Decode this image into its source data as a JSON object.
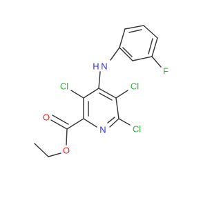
{
  "molecule": {
    "atoms": [
      {
        "id": "Cl3",
        "label": "Cl",
        "color": "#33b233"
      },
      {
        "id": "Cl5",
        "label": "Cl",
        "color": "#33b233"
      },
      {
        "id": "Cl6",
        "label": "Cl",
        "color": "#33b233"
      },
      {
        "id": "F",
        "label": "F",
        "color": "#33b233"
      },
      {
        "id": "NH",
        "label": "N",
        "hydrogen": "H",
        "color": "#2f2ff2"
      },
      {
        "id": "N1",
        "label": "N",
        "color": "#2f2ff2"
      },
      {
        "id": "O1",
        "label": "O",
        "color": "#ee1c1c"
      },
      {
        "id": "O2",
        "label": "O",
        "color": "#ee1c1c"
      }
    ]
  }
}
